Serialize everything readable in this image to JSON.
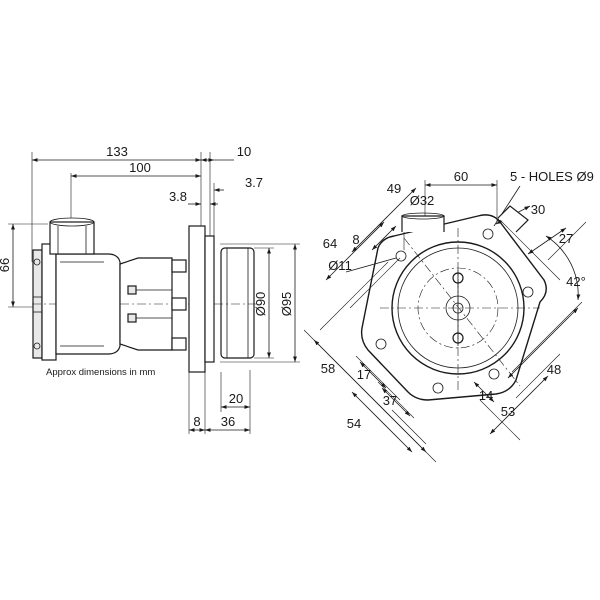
{
  "note": "Approx dimensions in mm",
  "side_view": {
    "dim_133": "133",
    "dim_100": "100",
    "dim_10": "10",
    "dim_3_8": "3.8",
    "dim_3_7": "3.7",
    "dim_66": "66",
    "dim_dia90": "Ø90",
    "dim_dia95": "Ø95",
    "dim_20": "20",
    "dim_8": "8",
    "dim_36": "36"
  },
  "front_view": {
    "dim_60": "60",
    "holes": "5 - HOLES Ø9",
    "dim_49": "49",
    "dim_dia32": "Ø32",
    "dim_30": "30",
    "dim_64": "64",
    "dim_8": "8",
    "dim_27": "27",
    "dim_dia11": "Ø11",
    "dim_42deg": "42°",
    "dim_58": "58",
    "dim_17": "17",
    "dim_37": "37",
    "dim_54": "54",
    "dim_14": "14",
    "dim_53": "53",
    "dim_48": "48"
  }
}
